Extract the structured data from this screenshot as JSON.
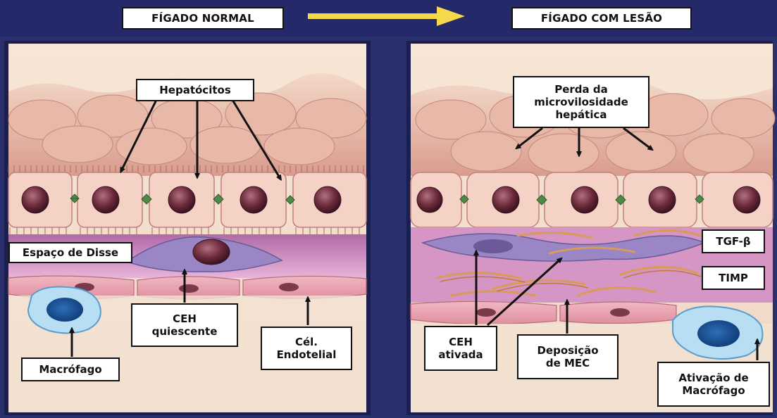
{
  "titles": {
    "normal": "FÍGADO NORMAL",
    "injured": "FÍGADO COM LESÃO"
  },
  "left_labels": {
    "hepatocytes": "Hepatócitos",
    "disse_space": "Espaço de Disse",
    "quiescent_line1": "CEH",
    "quiescent_line2": "quiescente",
    "endothelial_line1": "Cél.",
    "endothelial_line2": "Endotelial",
    "macrophage": "Macrófago"
  },
  "right_labels": {
    "microvilli_line1": "Perda da",
    "microvilli_line2": "microvilosidade",
    "microvilli_line3": "hepática",
    "tgf": "TGF-β",
    "timp": "TIMP",
    "activated_line1": "CEH",
    "activated_line2": "ativada",
    "ecm_line1": "Deposição",
    "ecm_line2": "de MEC",
    "macro_act_line1": "Ativação de",
    "macro_act_line2": "Macrófago"
  },
  "colors": {
    "background": "#2a2f6e",
    "panel_border": "#1b1f4d",
    "arrow_transition": "#f5d94a",
    "hepatocyte": "#f2c9bf",
    "nucleus": "#6b2a3a",
    "disse": "#c98fc7",
    "stellate_cell": "#9a86c4",
    "endothelium": "#e79aa8",
    "macrophage": "#8ec9ee",
    "ecm_fiber": "#d99a5a"
  }
}
